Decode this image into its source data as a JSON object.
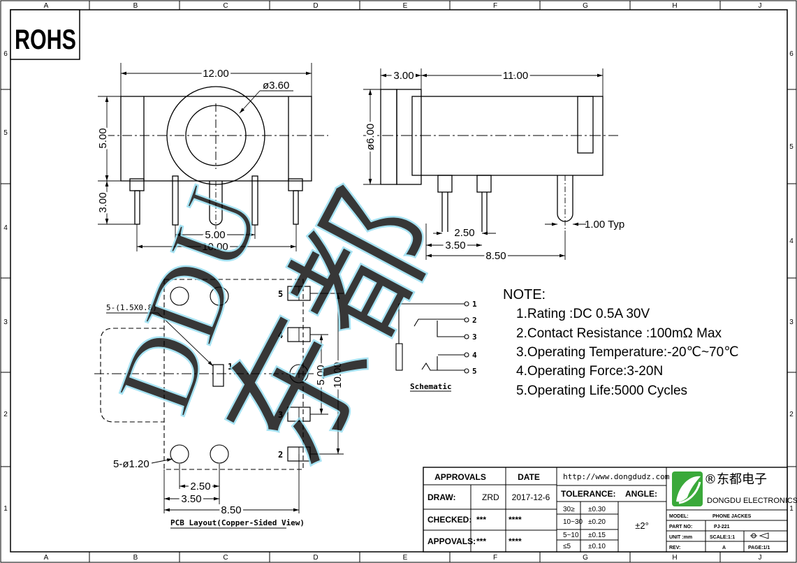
{
  "frame": {
    "columns": [
      "A",
      "B",
      "C",
      "D",
      "E",
      "F",
      "G",
      "H",
      "J"
    ],
    "rows": [
      "6",
      "5",
      "4",
      "3",
      "2",
      "1"
    ]
  },
  "rohs_label": "ROHS",
  "watermark": {
    "latin": "DDU",
    "cjk": "东都",
    "color": "#8fdcf0"
  },
  "front_view": {
    "width_dim": "12.00",
    "hole_dim": "ø3.60",
    "height_dim": "5.00",
    "pin_len_dim": "3.00",
    "inner_pin_dim": "5.00",
    "outer_pin_dim": "10.00"
  },
  "side_view": {
    "left_dim": "3.00",
    "body_dim": "11.00",
    "dia_dim": "ø6.00",
    "pin_width_dim": "1.00 Typ",
    "pitch1_dim": "2.50",
    "pitch2_dim": "3.50",
    "pitch3_dim": "8.50"
  },
  "pcb": {
    "slot_label": "5-(1.5X0.8)",
    "hole_label": "5-ø1.20",
    "pad_labels": [
      "5",
      "4",
      "1",
      "3",
      "2"
    ],
    "right_dim_inner": "5.00",
    "right_dim_outer": "10.00",
    "bottom_dim1": "2.50",
    "bottom_dim2": "3.50",
    "bottom_dim3": "8.50",
    "caption": "PCB Layout(Copper-Sided View)"
  },
  "schematic": {
    "pins": [
      "1",
      "2",
      "3",
      "4",
      "5"
    ],
    "caption": "Schematic"
  },
  "notes": {
    "title": "NOTE:",
    "items": [
      "1.Rating :DC 0.5A 30V",
      "2.Contact Resistance :100mΩ Max",
      "3.Operating Temperature:-20℃~70℃",
      "4.Operating Force:3-20N",
      "5.Operating Life:5000 Cycles"
    ]
  },
  "title_block": {
    "approvals_header": "APPROVALS",
    "date_header": "DATE",
    "url": "http://www.dongdudz.com",
    "draw_label": "DRAW:",
    "draw_name": "ZRD",
    "draw_date": "2017-12-6",
    "checked_label": "CHECKED:",
    "checked_name": "***",
    "checked_date": "****",
    "appovals_label": "APPOVALS:",
    "appovals_name": "***",
    "appovals_date": "****",
    "tolerance_label": "TOLERANCE:",
    "angle_label": "ANGLE:",
    "angle_value": "±2°",
    "tolerance_rows": [
      {
        "range": "30≥",
        "tol": "±0.30"
      },
      {
        "range": "10~30",
        "tol": "±0.20"
      },
      {
        "range": "5~10",
        "tol": "±0.15"
      },
      {
        "range": "≤5",
        "tol": "±0.10"
      }
    ],
    "company_cn": "®东都电子",
    "company_en": "DONGDU ELECTRONICS",
    "logo_color": "#3aa93a",
    "model_label": "MODEL:",
    "model_value": "PHONE JACKES",
    "partno_label": "PART NO:",
    "partno_value": "PJ-221",
    "unit_label": "UNIT :mm",
    "scale_label": "SCALE:1:1",
    "rev_label": "REV:",
    "rev_value": "A",
    "page_label": "PAGE:1/1"
  }
}
